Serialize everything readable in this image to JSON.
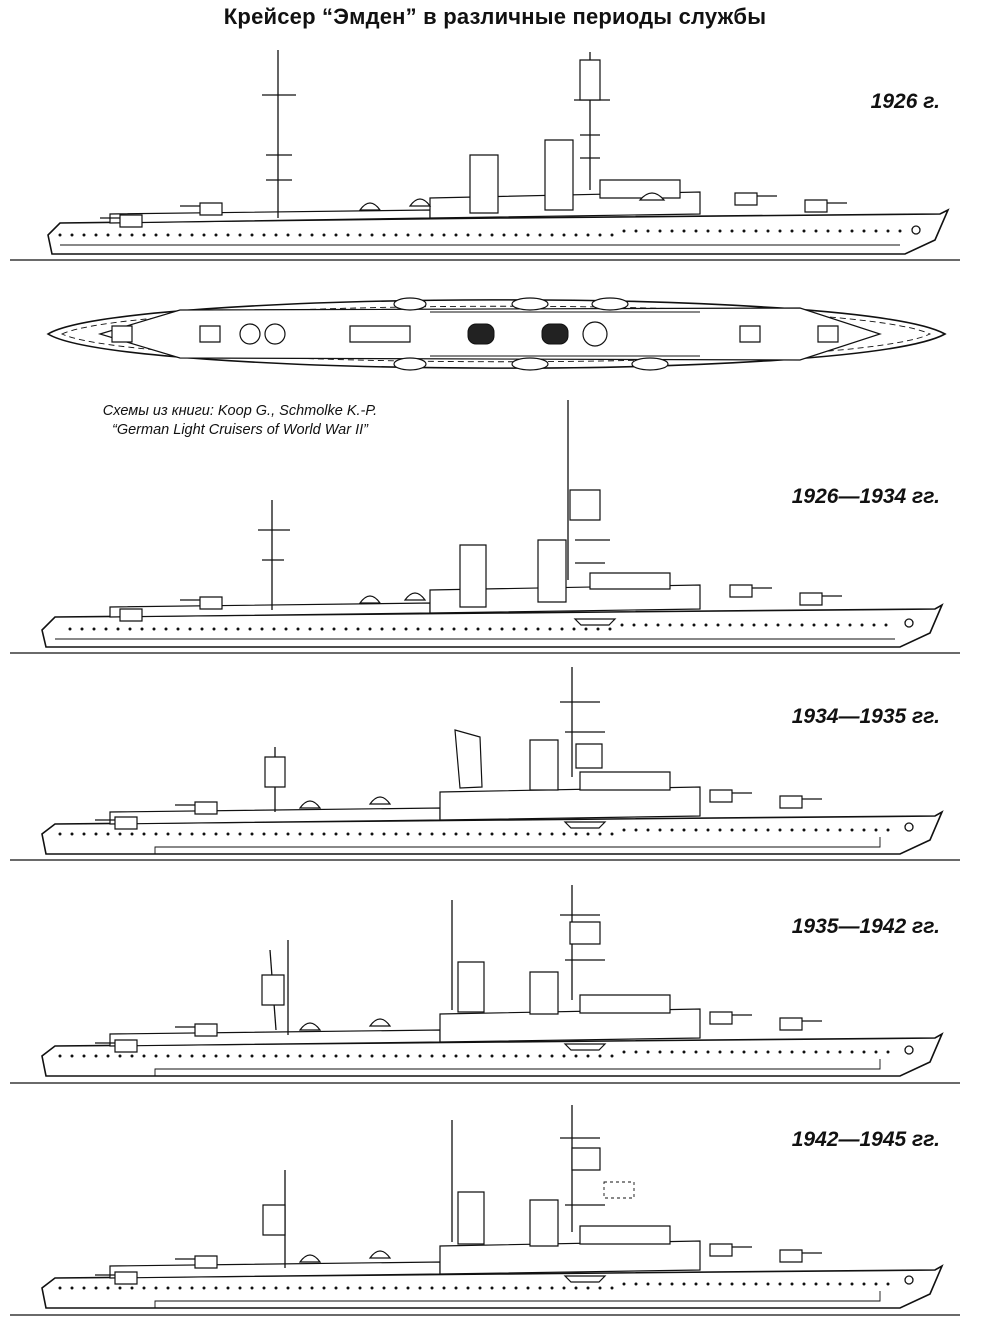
{
  "title": "Крейсер “Эмден” в различные периоды службы",
  "credit": {
    "line1": "Схемы из книги: Koop G., Schmolke K.-P.",
    "line2": "“German Light Cruisers of World War II”"
  },
  "periods": {
    "p1": "1926 г.",
    "p2": "1926—1934 гг.",
    "p3": "1934—1935 гг.",
    "p4": "1935—1942 гг.",
    "p5": "1942—1945 гг."
  }
}
